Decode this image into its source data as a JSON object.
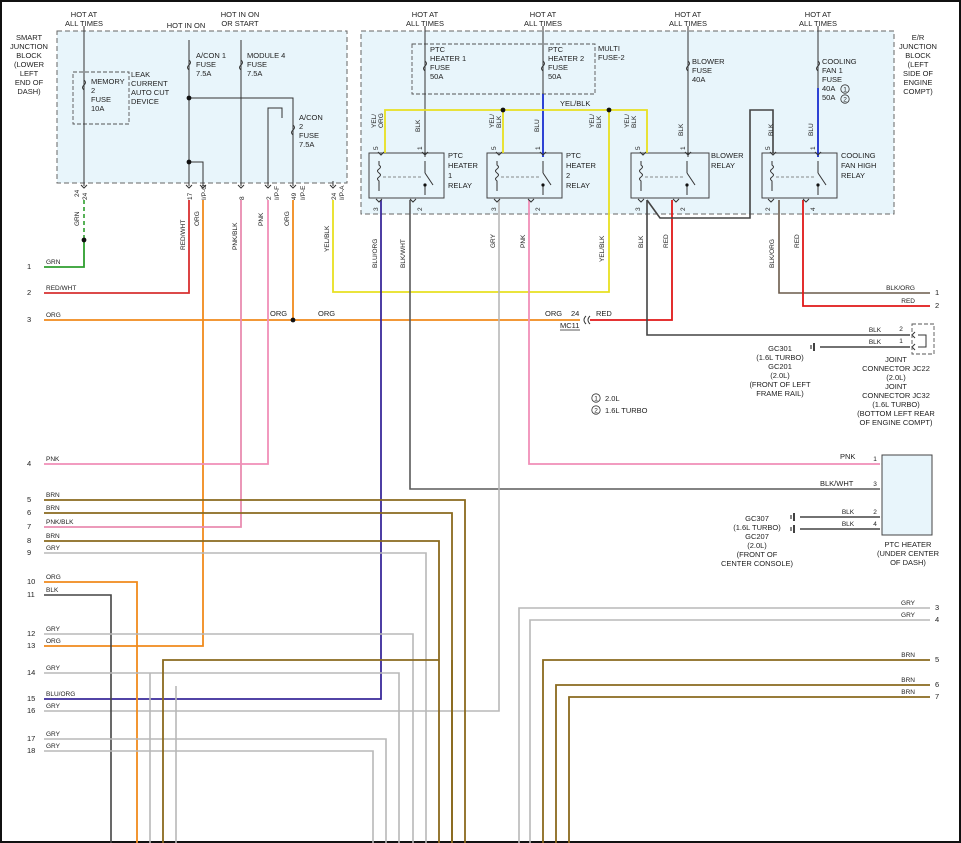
{
  "colors": {
    "GRN": "#2e9e2e",
    "RED": "#e01818",
    "RED/WHT": "#d83030",
    "ORG": "#f08a1c",
    "PNK": "#f08fb8",
    "PNK/BLK": "#e98cb0",
    "BRN": "#8a6a1e",
    "GRY": "#b8b8b8",
    "BLK": "#444444",
    "BLU": "#1a2fd0",
    "BLU/ORG": "#3a2a9a",
    "BLK/WHT": "#5a5a5a",
    "YEL/BLK": "#e8e020",
    "YEL/ORG": "#e8e020",
    "BLK/ORG": "#6a5a4a"
  },
  "labels": {
    "sjb_title": [
      "SMART",
      "JUNCTION",
      "BLOCK",
      "(LOWER",
      "LEFT",
      "END OF",
      "DASH)"
    ],
    "er_title": [
      "E/R",
      "JUNCTION",
      "BLOCK",
      "(LEFT",
      "SIDE OF",
      "ENGINE",
      "COMPT)"
    ],
    "hot_always_1": [
      "HOT AT",
      "ALL TIMES"
    ],
    "hot_in_on": [
      "HOT IN ON"
    ],
    "hot_on_start": [
      "HOT IN ON",
      "OR START"
    ],
    "hot_always_2": [
      "HOT AT",
      "ALL TIMES"
    ],
    "hot_always_3": [
      "HOT AT",
      "ALL TIMES"
    ],
    "hot_always_4": [
      "HOT AT",
      "ALL TIMES"
    ],
    "hot_always_5": [
      "HOT AT",
      "ALL TIMES"
    ],
    "memory_fuse": [
      "MEMORY",
      "2",
      "FUSE",
      "10A"
    ],
    "leak_device": [
      "LEAK",
      "CURRENT",
      "AUTO CUT",
      "DEVICE"
    ],
    "acon1_fuse": [
      "A/CON 1",
      "FUSE",
      "7.5A"
    ],
    "module4_fuse": [
      "MODULE 4",
      "FUSE",
      "7.5A"
    ],
    "acon2_fuse": [
      "A/CON",
      "2",
      "FUSE",
      "7.5A"
    ],
    "ptc1_fuse": [
      "PTC",
      "HEATER 1",
      "FUSE",
      "50A"
    ],
    "ptc2_fuse": [
      "PTC",
      "HEATER 2",
      "FUSE",
      "50A"
    ],
    "multi_fuse": [
      "MULTI",
      "FUSE-2"
    ],
    "blower_fuse": [
      "BLOWER",
      "FUSE",
      "40A"
    ],
    "cooling_fuse": [
      "COOLING",
      "FAN 1",
      "FUSE",
      "40A",
      "50A"
    ],
    "ptc1_relay": [
      "PTC",
      "HEATER",
      "1",
      "RELAY"
    ],
    "ptc2_relay": [
      "PTC",
      "HEATER",
      "2",
      "RELAY"
    ],
    "blower_relay": [
      "BLOWER",
      "RELAY"
    ],
    "cooling_relay": [
      "COOLING",
      "FAN HIGH",
      "RELAY"
    ],
    "ground1": [
      "GC301",
      "(1.6L TURBO)",
      "GC201",
      "(2.0L)",
      "(FRONT OF LEFT",
      "FRAME RAIL)"
    ],
    "joint": [
      "JOINT",
      "CONNECTOR JC22",
      "(2.0L)",
      "JOINT",
      "CONNECTOR JC32",
      "(1.6L TURBO)",
      "(BOTTOM LEFT REAR",
      "OF ENGINE COMPT)"
    ],
    "legend1": "2.0L",
    "legend2": "1.6L TURBO",
    "ground2": [
      "GC307",
      "(1.6L TURBO)",
      "GC207",
      "(2.0L)",
      "(FRONT OF",
      "CENTER CONSOLE)"
    ],
    "ptc_heater": [
      "PTC HEATER",
      "(UNDER CENTER",
      "OF DASH)"
    ],
    "mc11": "MC11",
    "mc11_pin": "24"
  },
  "sjb_pins": [
    {
      "pin": "24",
      "wire": "GRN"
    },
    {
      "pin": "17",
      "wire": "RED/WHT"
    },
    {
      "pin": "I/P-G",
      "wire": "ORG"
    },
    {
      "pin": "8",
      "wire": "PNK/BLK"
    },
    {
      "pin": "2",
      "wire": "PNK"
    },
    {
      "pin": "I/P-F",
      "wire": ""
    },
    {
      "pin": "49",
      "wire": "ORG"
    },
    {
      "pin": "I/P-E",
      "wire": ""
    },
    {
      "pin": "24",
      "wire": "YEL/BLK"
    },
    {
      "pin": "I/P-A",
      "wire": ""
    }
  ],
  "relay_pins": [
    {
      "top": [
        "5",
        "1"
      ],
      "bottom": [
        "3",
        "2"
      ],
      "top_wires": [
        "YEL/ORG",
        "BLK"
      ],
      "bottom_wires": [
        "BLU/ORG",
        "BLK/WHT"
      ]
    },
    {
      "top": [
        "5",
        "1"
      ],
      "bottom": [
        "3",
        "2"
      ],
      "top_wires": [
        "YEL/BLK",
        "BLU"
      ],
      "bottom_wires": [
        "GRY",
        "PNK"
      ]
    },
    {
      "top": [
        "5",
        "1"
      ],
      "bottom": [
        "3",
        "2"
      ],
      "top_wires": [
        "YEL/BLK",
        "BLK"
      ],
      "bottom_wires": [
        "BLK",
        "RED"
      ]
    },
    {
      "top": [
        "5",
        "1"
      ],
      "bottom": [
        "2",
        "4"
      ],
      "top_wires": [
        "BLK",
        "BLU"
      ],
      "bottom_wires": [
        "BLK/ORG",
        "RED"
      ]
    }
  ],
  "bus_labels": [
    "YEL/BLK",
    "YEL/BLK",
    "ORG",
    "ORG",
    "ORG",
    "RED"
  ],
  "left_rows": [
    {
      "num": "1",
      "wire": "GRN"
    },
    {
      "num": "2",
      "wire": "RED/WHT"
    },
    {
      "num": "3",
      "wire": "ORG"
    },
    {
      "num": "4",
      "wire": "PNK"
    },
    {
      "num": "5",
      "wire": "BRN"
    },
    {
      "num": "6",
      "wire": "BRN"
    },
    {
      "num": "7",
      "wire": "PNK/BLK"
    },
    {
      "num": "8",
      "wire": "BRN"
    },
    {
      "num": "9",
      "wire": "GRY"
    },
    {
      "num": "10",
      "wire": "ORG"
    },
    {
      "num": "11",
      "wire": "BLK"
    },
    {
      "num": "12",
      "wire": "GRY"
    },
    {
      "num": "13",
      "wire": "ORG"
    },
    {
      "num": "14",
      "wire": "GRY"
    },
    {
      "num": "15",
      "wire": "BLU/ORG"
    },
    {
      "num": "16",
      "wire": "GRY"
    },
    {
      "num": "17",
      "wire": "GRY"
    },
    {
      "num": "18",
      "wire": "GRY"
    }
  ],
  "right_rows": [
    {
      "num": "1",
      "wire": "BLK/ORG"
    },
    {
      "num": "2",
      "wire": "RED"
    },
    {
      "num": "3",
      "wire": "GRY"
    },
    {
      "num": "4",
      "wire": "GRY"
    },
    {
      "num": "5",
      "wire": "BRN"
    },
    {
      "num": "6",
      "wire": "BRN"
    },
    {
      "num": "7",
      "wire": "BRN"
    }
  ],
  "joint_pins": [
    {
      "pin": "2",
      "wire": "BLK"
    },
    {
      "pin": "1",
      "wire": "BLK"
    }
  ],
  "heater_pins": [
    {
      "pin": "1",
      "wire": "PNK"
    },
    {
      "pin": "3",
      "wire": "BLK/WHT"
    },
    {
      "pin": "2",
      "wire": "BLK"
    },
    {
      "pin": "4",
      "wire": "BLK"
    }
  ]
}
